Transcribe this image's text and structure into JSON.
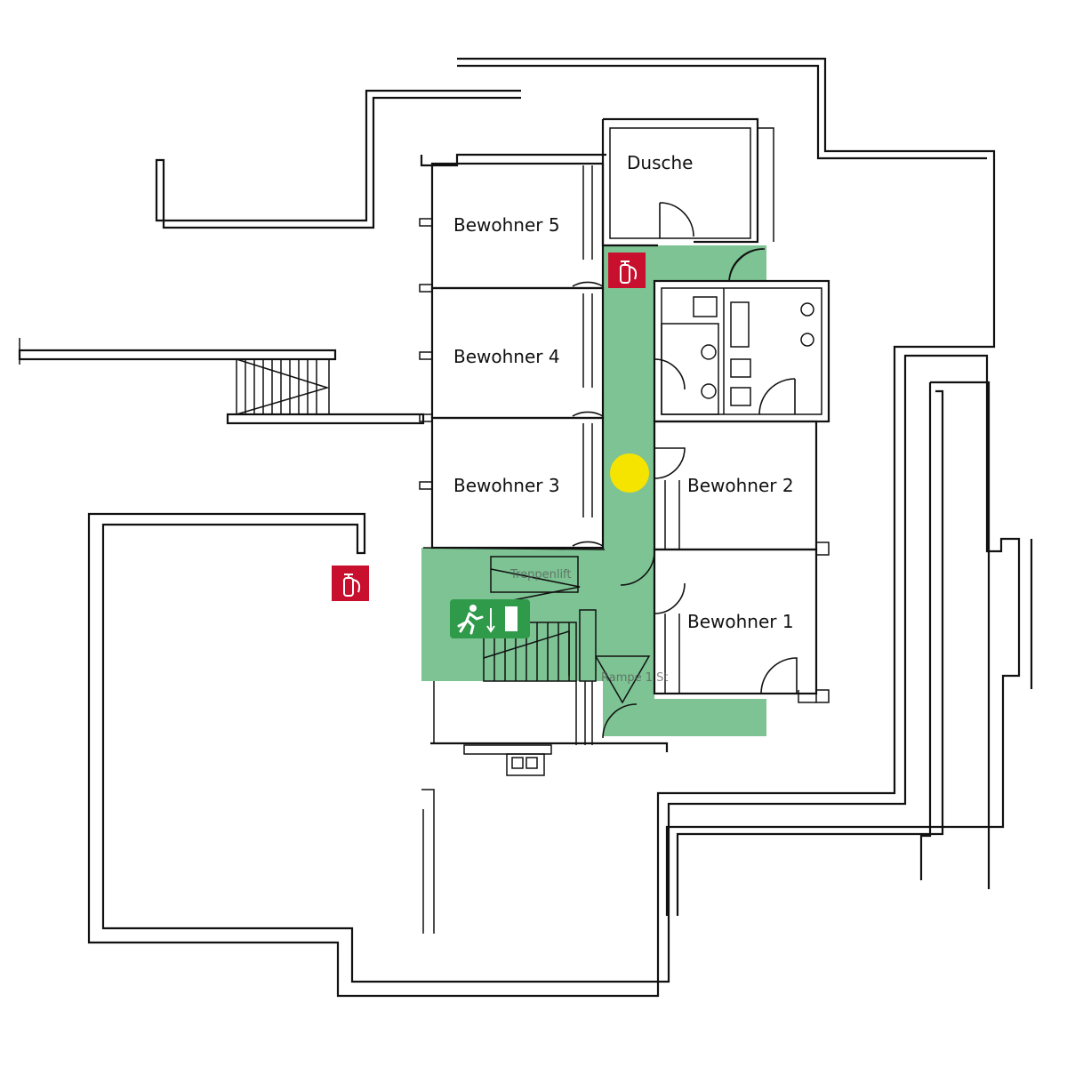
{
  "rooms": {
    "dusche": "Dusche",
    "bewohner5": "Bewohner 5",
    "bewohner4": "Bewohner 4",
    "bewohner3": "Bewohner 3",
    "bewohner2": "Bewohner 2",
    "bewohner1": "Bewohner 1"
  },
  "annotations": {
    "treppenlift": "Treppenlift",
    "rampe": "Rampe 1 St"
  },
  "icons": {
    "fire_extinguisher": "fire-extinguisher-icon",
    "emergency_exit": "emergency-exit-icon",
    "position_marker": "you-are-here-marker"
  },
  "colors": {
    "escape_route": "#7dc393",
    "fire_sign": "#c8102e",
    "exit_sign": "#2e9a4a",
    "position_marker": "#f5e400",
    "walls": "#111111"
  }
}
